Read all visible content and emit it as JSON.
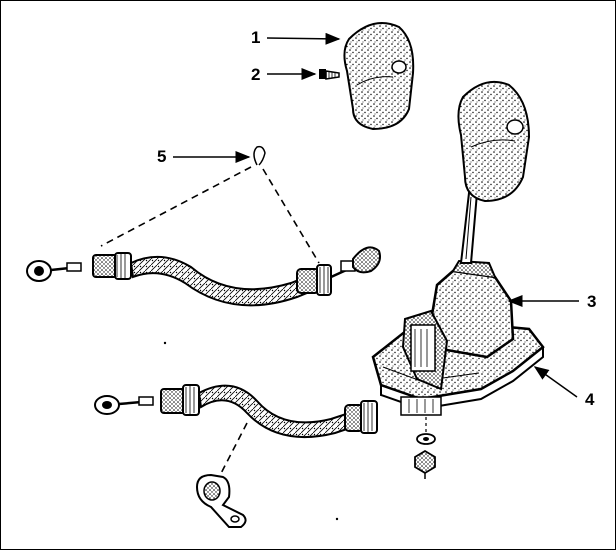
{
  "diagram": {
    "colors": {
      "line": "#000000",
      "fill": "#ffffff",
      "stipple": "#000000"
    },
    "callouts": [
      {
        "id": "1",
        "label": "1",
        "target": "gear-knob-loose"
      },
      {
        "id": "2",
        "label": "2",
        "target": "knob-screw"
      },
      {
        "id": "3",
        "label": "3",
        "target": "shifter-housing"
      },
      {
        "id": "4",
        "label": "4",
        "target": "shifter-base-plate"
      },
      {
        "id": "5",
        "label": "5",
        "target": "cable-retaining-clip"
      }
    ]
  }
}
